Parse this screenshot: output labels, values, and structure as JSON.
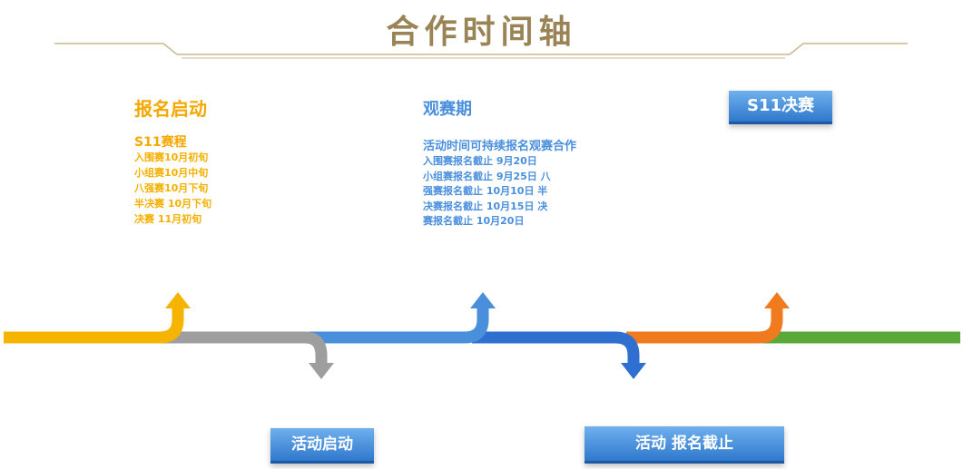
{
  "title": "合作时间轴",
  "colors": {
    "yellow": "#f5b400",
    "gray": "#9e9e9e",
    "light_blue": "#4a8fdc",
    "blue": "#2f6fd0",
    "orange": "#f07a1e",
    "green": "#5aa83a",
    "gold": "#9a8455"
  },
  "registration_start": {
    "title": "报名启动",
    "subtitle": "S11赛程",
    "items": [
      "入围赛10月初旬",
      "小组赛10月中旬",
      "八强赛10月下旬",
      "半决赛 10月下旬",
      "决赛 11月初旬"
    ]
  },
  "viewing_period": {
    "title": "观赛期",
    "subtitle": "活动时间可持续报名观赛合作",
    "items": [
      "入围赛报名截止 9月20日",
      "小组赛报名截止 9月25日 八",
      "强赛报名截止 10月10日 半",
      "决赛报名截止 10月15日 决",
      "赛报名截止 10月20日"
    ]
  },
  "buttons": {
    "final": "S11决赛",
    "activity_start": "活动启动",
    "registration_deadline": "活动 报名截止"
  }
}
